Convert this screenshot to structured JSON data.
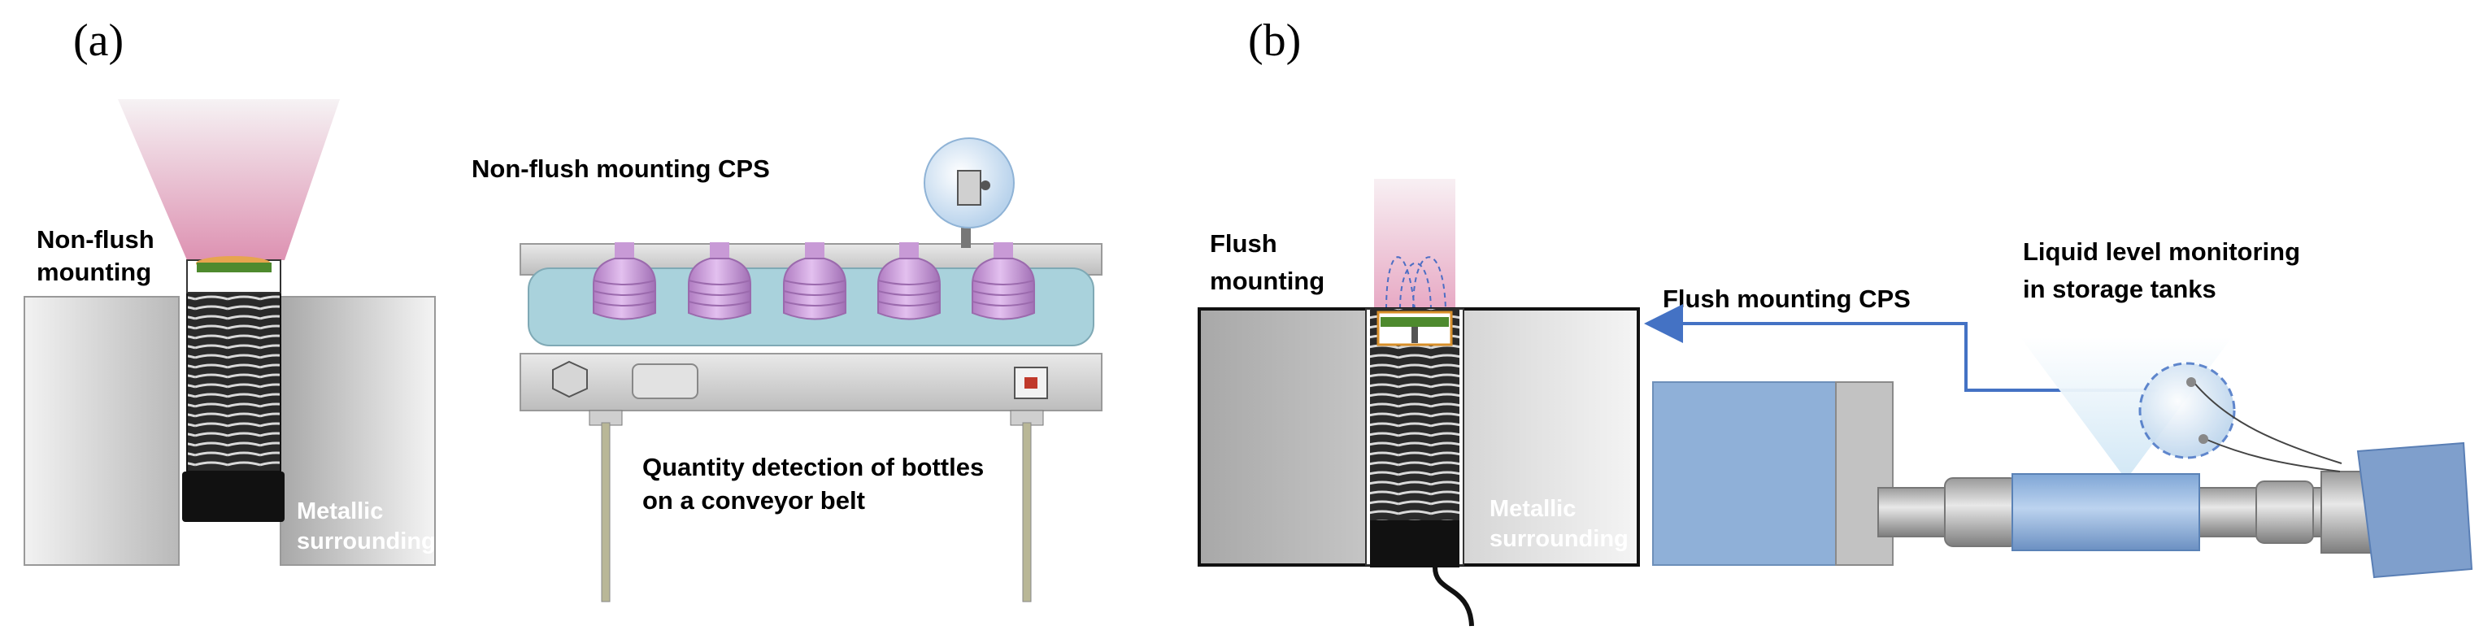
{
  "panels": {
    "a": {
      "label": "(a)",
      "non_flush_mounting": [
        "Non-flush",
        "mounting"
      ],
      "metallic_surrounding": [
        "Metallic",
        "surrounding"
      ],
      "non_flush_cps": "Non-flush mounting CPS",
      "quantity_detection": [
        "Quantity detection of bottles",
        "on a conveyor belt"
      ]
    },
    "b": {
      "label": "(b)",
      "flush_mounting": [
        "Flush",
        "mounting"
      ],
      "metallic_surrounding": [
        "Metallic",
        "surrounding"
      ],
      "flush_cps": "Flush mounting CPS",
      "liquid_level": [
        "Liquid level monitoring",
        "in storage tanks"
      ]
    }
  },
  "colors": {
    "bottle": "#c89ad6",
    "belt": "#a9d2dc",
    "arrow": "#4472c4",
    "machine_blue": "#8fb0d8",
    "sensor_green": "#4e8a2e",
    "sensor_orange": "#e7a54e"
  },
  "icons": [
    "coil-icon",
    "bottle-icon",
    "sensor-bubble-icon",
    "arrow-icon"
  ]
}
